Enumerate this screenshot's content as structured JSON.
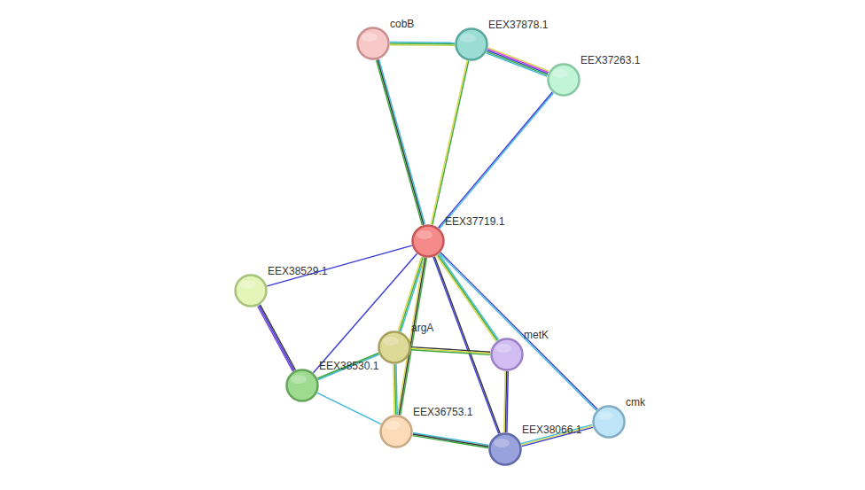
{
  "diagram": {
    "nodes": [
      {
        "text": [
          "cobB"
        ]
      },
      {
        "text": [
          "EEX37878.1"
        ]
      },
      {
        "text": [
          "EEX37263.1"
        ]
      },
      {
        "text": [
          "EEX37719.1"
        ]
      },
      {
        "text": [
          "EEX38529.1"
        ]
      },
      {
        "text": [
          "argA"
        ]
      },
      {
        "text": [
          "metK"
        ]
      },
      {
        "text": [
          "EEX38530.1"
        ]
      },
      {
        "text": [
          "EEX36753.1"
        ]
      },
      {
        "text": [
          "cmk"
        ]
      },
      {
        "text": [
          "EEX38066.1"
        ]
      }
    ],
    "edges": [
      {
        "from": 0,
        "to": 1,
        "arrow": "none"
      },
      {
        "from": 0,
        "to": 3,
        "arrow": "none"
      },
      {
        "from": 1,
        "to": 2,
        "arrow": "none"
      },
      {
        "from": 1,
        "to": 3,
        "arrow": "none"
      },
      {
        "from": 2,
        "to": 3,
        "arrow": "none"
      },
      {
        "from": 3,
        "to": 4,
        "arrow": "none"
      },
      {
        "from": 3,
        "to": 7,
        "arrow": "none"
      },
      {
        "from": 3,
        "to": 5,
        "arrow": "none"
      },
      {
        "from": 3,
        "to": 8,
        "arrow": "none"
      },
      {
        "from": 3,
        "to": 6,
        "arrow": "none"
      },
      {
        "from": 3,
        "to": 10,
        "arrow": "none"
      },
      {
        "from": 3,
        "to": 9,
        "arrow": "none"
      },
      {
        "from": 4,
        "to": 7,
        "arrow": "none"
      },
      {
        "from": 5,
        "to": 7,
        "arrow": "none"
      },
      {
        "from": 5,
        "to": 6,
        "arrow": "none"
      },
      {
        "from": 5,
        "to": 8,
        "arrow": "none"
      },
      {
        "from": 7,
        "to": 8,
        "arrow": "none"
      },
      {
        "from": 8,
        "to": 10,
        "arrow": "none"
      },
      {
        "from": 6,
        "to": 10,
        "arrow": "none"
      },
      {
        "from": 10,
        "to": 9,
        "arrow": "none"
      }
    ]
  }
}
